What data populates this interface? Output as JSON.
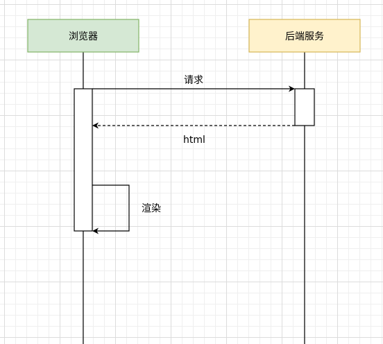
{
  "participants": {
    "browser": {
      "label": "浏览器",
      "fill": "#d5e8d4",
      "stroke": "#82b366"
    },
    "backend": {
      "label": "后端服务",
      "fill": "#fff2cc",
      "stroke": "#d6b656"
    }
  },
  "messages": {
    "request": {
      "label": "请求"
    },
    "response": {
      "label": "html"
    },
    "render": {
      "label": "渲染"
    }
  },
  "colors": {
    "line": "#000000",
    "activation_fill": "#ffffff"
  }
}
